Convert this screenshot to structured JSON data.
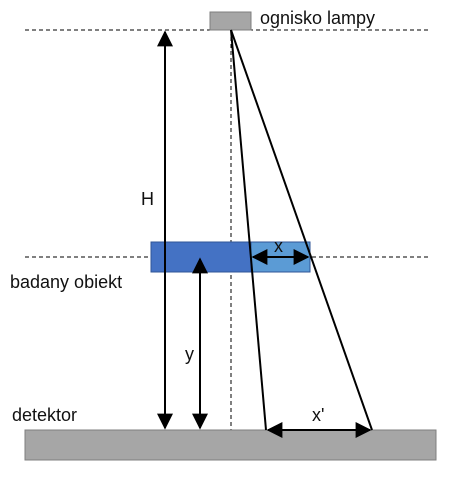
{
  "labels": {
    "lamp_focus": "ognisko lampy",
    "object": "badany obiekt",
    "detector": "detektor",
    "H": "H",
    "y": "y",
    "x": "x",
    "x_prime": "x'"
  },
  "colors": {
    "lamp": "#a6a6a6",
    "object_dark": "#4472c4",
    "object_light": "#5b9bd5",
    "detector": "#a6a6a6",
    "line": "#000000"
  }
}
